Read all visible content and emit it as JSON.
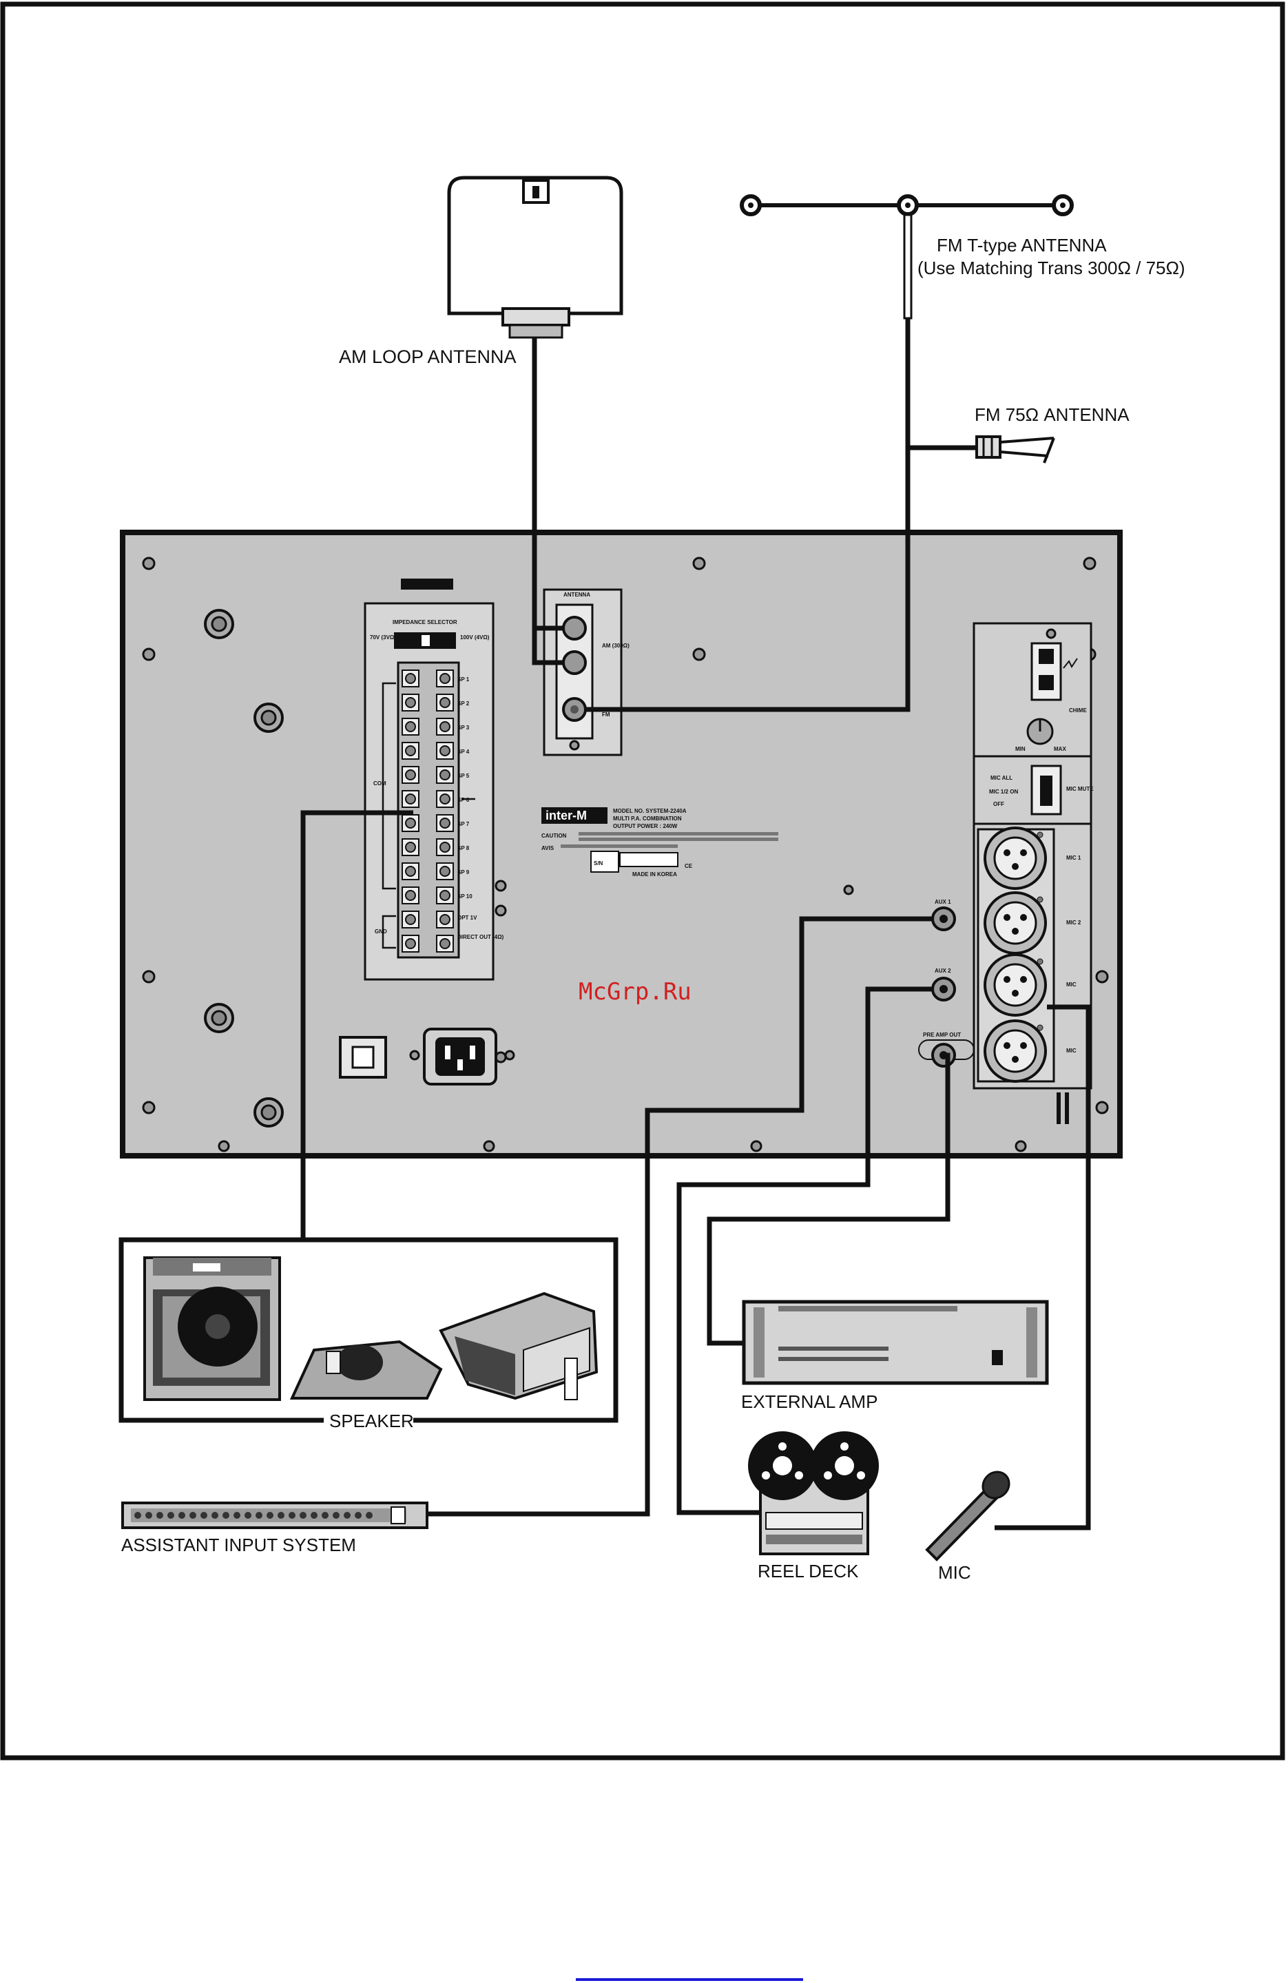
{
  "labels": {
    "am_loop": "AM LOOP ANTENNA",
    "fm_t_line1": "FM  T-type ANTENNA",
    "fm_t_line2": "(Use Matching Trans 300Ω / 75Ω)",
    "fm_75": "FM 75Ω  ANTENNA",
    "speaker": "SPEAKER",
    "assistant": "ASSISTANT INPUT SYSTEM",
    "external_amp": "EXTERNAL AMP",
    "reel_deck": "REEL DECK",
    "mic": "MIC",
    "watermark": "McGrp.Ru"
  },
  "panel": {
    "antenna": "ANTENNA",
    "am_ohm": "AM (300Ω)",
    "fm_ohm": "FM",
    "impedance_selector": "IMPEDANCE SELECTOR",
    "imp_left": "70V (3VΩ)",
    "imp_right": "100V (4VΩ)",
    "com": "COM",
    "gnd": "GND",
    "sp": [
      "SP 1",
      "SP 2",
      "SP 3",
      "SP 4",
      "SP 5",
      "SP 6",
      "SP 7",
      "SP 8",
      "SP 9",
      "SP 10"
    ],
    "opt_out": "OPT 1V",
    "direct_out": "DIRECT OUT (4Ω)",
    "model_line1": "MODEL NO. SYSTEM-2240A",
    "model_line2": "MULTI P.A. COMBINATION",
    "model_line3": "OUTPUT POWER : 240W",
    "caution": "CAUTION",
    "avis": "AVIS",
    "made_in": "MADE IN KOREA",
    "sn": "S/N",
    "aux1": "AUX 1",
    "aux2": "AUX 2",
    "pre_amp_out": "PRE AMP OUT",
    "mic1": "MIC 1",
    "mic2": "MIC 2",
    "mic3": "MIC",
    "mic4": "MIC",
    "mic_all": "MIC ALL",
    "mic_12": "MIC 1/2 ON",
    "sw_off": "OFF",
    "mic_mute": "MIC MUTE",
    "chime": "CHIME",
    "min": "MIN",
    "max": "MAX"
  },
  "colors": {
    "panel_fill": "#c4c4c4",
    "line": "#111111",
    "watermark": "#d21f1f",
    "link": "#1a1ad6"
  }
}
